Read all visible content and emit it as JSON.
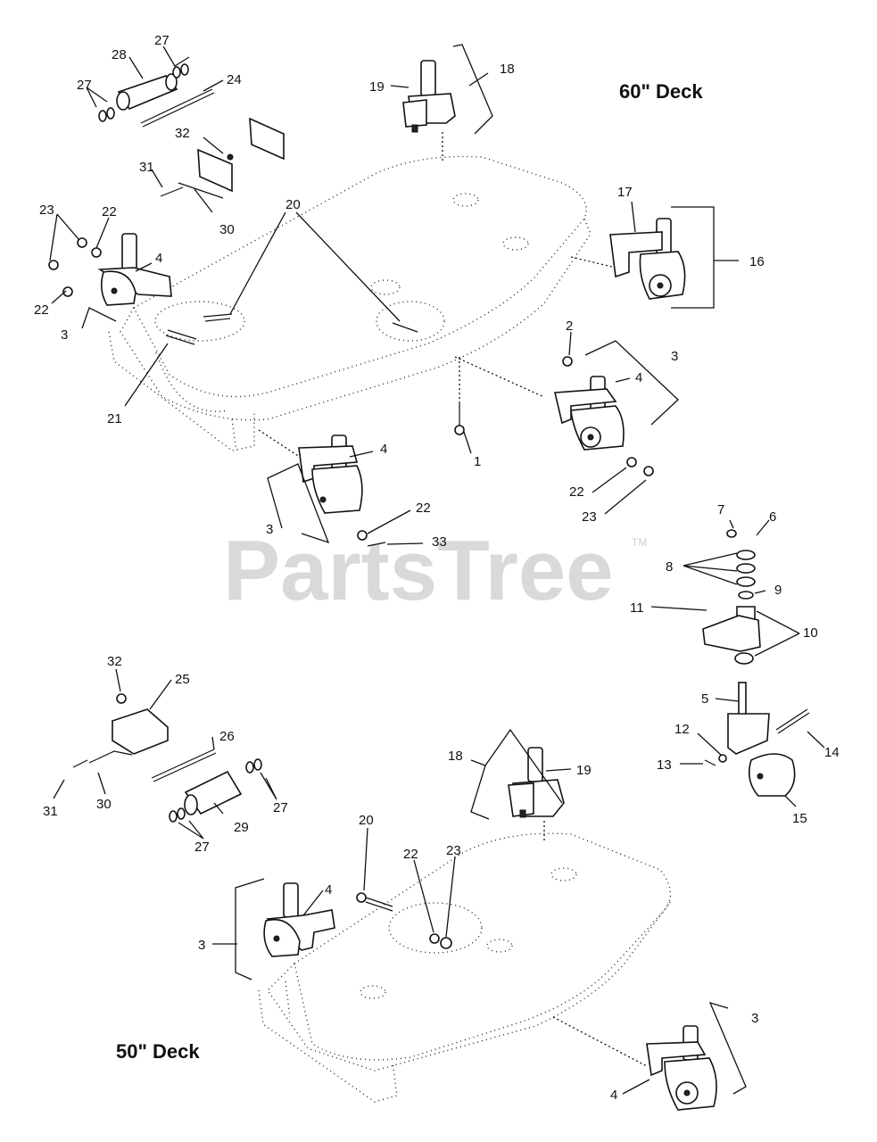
{
  "titles": {
    "deck60": "60\" Deck",
    "deck50": "50\" Deck"
  },
  "watermark": {
    "text": "PartsTree",
    "tm": "TM"
  },
  "callouts": [
    "28",
    "27",
    "27",
    "24",
    "32",
    "31",
    "30",
    "19",
    "18",
    "20",
    "23",
    "22",
    "4",
    "22",
    "3",
    "21",
    "17",
    "16",
    "2",
    "3",
    "4",
    "1",
    "4",
    "3",
    "22",
    "23",
    "22",
    "33",
    "7",
    "6",
    "8",
    "9",
    "11",
    "10",
    "5",
    "12",
    "14",
    "13",
    "15",
    "32",
    "25",
    "26",
    "31",
    "30",
    "27",
    "29",
    "27",
    "18",
    "19",
    "20",
    "22",
    "23",
    "4",
    "3",
    "3",
    "4"
  ]
}
